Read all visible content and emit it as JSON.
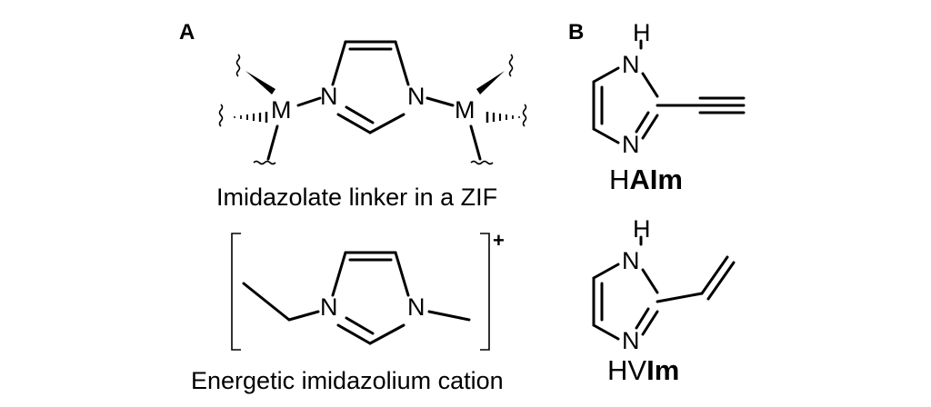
{
  "panels": {
    "a": {
      "label": "A",
      "zif_caption": "Imidazolate linker in a ZIF",
      "cation_caption": "Energetic imidazolium cation",
      "charge": "+",
      "atoms": {
        "metal": "M",
        "nitrogen": "N"
      }
    },
    "b": {
      "label": "B",
      "haim": {
        "prefix": "H",
        "bold": "AIm",
        "h_atom": "H",
        "n_top": "N",
        "n_bottom": "N"
      },
      "hvim": {
        "prefix": "HV",
        "bold": "Im",
        "h_atom": "H",
        "n_top": "N",
        "n_bottom": "N"
      }
    }
  }
}
